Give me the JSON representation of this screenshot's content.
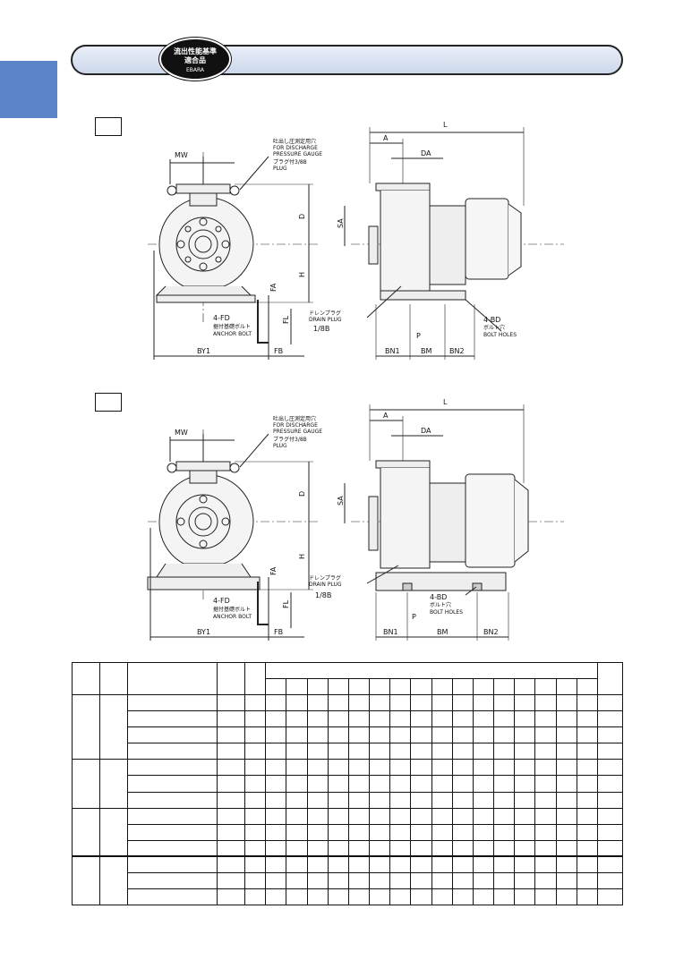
{
  "header": {
    "badge_line1": "流出性能基準",
    "badge_line2": "適合品",
    "badge_logo": "EBARA"
  },
  "drawings": [
    {
      "id": "fig1",
      "dims": {
        "mw": "MW",
        "d": "D",
        "h": "H",
        "fa": "FA",
        "fl": "FL",
        "by1": "BY1",
        "fb": "FB",
        "l": "L",
        "a": "A",
        "da": "DA",
        "sa": "SA",
        "bn1": "BN1",
        "bm": "BM",
        "bn2": "BN2",
        "p": "P"
      },
      "labels": {
        "gauge_jp": "吐出し圧測定用穴",
        "gauge_en1": "FOR DISCHARGE",
        "gauge_en2": "PRESSURE GAUGE",
        "plug_jp": "プラグ付3/8B",
        "plug_en": "PLUG",
        "fd": "4-FD",
        "anchor_jp": "据付基礎ボルト",
        "anchor_en": "ANCHOR BOLT",
        "drain_jp": "ドレンプラグ",
        "drain_en": "DRAIN PLUG",
        "drain_size": "1/8B",
        "bd": "4-BD",
        "bolt_jp": "ボルト穴",
        "bolt_en": "BOLT HOLES"
      }
    },
    {
      "id": "fig2",
      "dims": {
        "mw": "MW",
        "d": "D",
        "h": "H",
        "fa": "FA",
        "fl": "FL",
        "by1": "BY1",
        "fb": "FB",
        "l": "L",
        "a": "A",
        "da": "DA",
        "sa": "SA",
        "bn1": "BN1",
        "bm": "BM",
        "bn2": "BN2",
        "p": "P"
      },
      "labels": {
        "gauge_jp": "吐出し圧測定用穴",
        "gauge_en1": "FOR DISCHARGE",
        "gauge_en2": "PRESSURE GAUGE",
        "plug_jp": "プラグ付3/8B",
        "plug_en": "PLUG",
        "fd": "4-FD",
        "anchor_jp": "据付基礎ボルト",
        "anchor_en": "ANCHOR BOLT",
        "drain_jp": "ドレンプラグ",
        "drain_en": "DRAIN PLUG",
        "drain_size": "1/8B",
        "bd": "4-BD",
        "bolt_jp": "ボルト穴",
        "bolt_en": "BOLT HOLES"
      }
    }
  ]
}
